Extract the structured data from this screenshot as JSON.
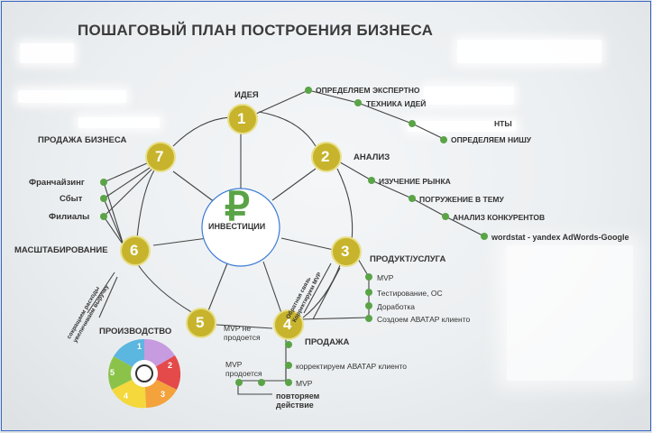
{
  "title": "ПОШАГОВЫЙ ПЛАН ПОСТРОЕНИЯ БИЗНЕСА",
  "center": {
    "label": "ИНВЕСТИЦИИ",
    "symbol": "₽"
  },
  "steps": [
    {
      "num": "1",
      "label": "ИДЕЯ"
    },
    {
      "num": "2",
      "label": "АНАЛИЗ"
    },
    {
      "num": "3",
      "label": "ПРОДУКТ/УСЛУГА"
    },
    {
      "num": "4",
      "label": "ПРОДАЖА"
    },
    {
      "num": "5",
      "label": "ПРОИЗВОДСТВО"
    },
    {
      "num": "6",
      "label": "МАСШТАБИРОВАНИЕ"
    },
    {
      "num": "7",
      "label": "ПРОДАЖА БИЗНЕСА"
    }
  ],
  "idea_items": [
    "ОПРЕДЕЛЯЕМ ЭКСПЕРТНО",
    "ТЕХНИКА ИДЕЙ",
    "НТЫ",
    "ОПРЕДЕЛЯЕМ НИШУ"
  ],
  "analysis_items": [
    "ИЗУЧЕНИЕ РЫНКА",
    "ПОГРУЖЕНИЕ В ТЕМУ",
    "АНАЛИЗ КОНКУРЕНТОВ",
    "wordstat - yandex  AdWords-Google"
  ],
  "product_items": [
    "MVP",
    "Тестирование, ОС",
    "Доработка",
    "Создоем АВАТАР клиенто"
  ],
  "sale_items": {
    "mvp_not_sold": "MVP не продоется",
    "mvp_sold": "MVP продоется",
    "fix_avatar": "корректируем АВАТАР клиенто",
    "mvp": "MVP",
    "repeat": "повторяем действие"
  },
  "feedback_note": "Обратная связь Корректируем MVP",
  "scaling_items": [
    "Франчайзинг",
    "Сбыт",
    "Филиалы"
  ],
  "scaling_note": "сокращаем расходы увеличиваем выручку",
  "wheel_numbers": [
    "1",
    "2",
    "3",
    "4",
    "5"
  ],
  "colors": {
    "accent": "#c7b42c",
    "dot": "#5aa447",
    "ring": "#6fbf4a",
    "center_bg": "#ffffff",
    "center_border": "#3a7bd5"
  }
}
